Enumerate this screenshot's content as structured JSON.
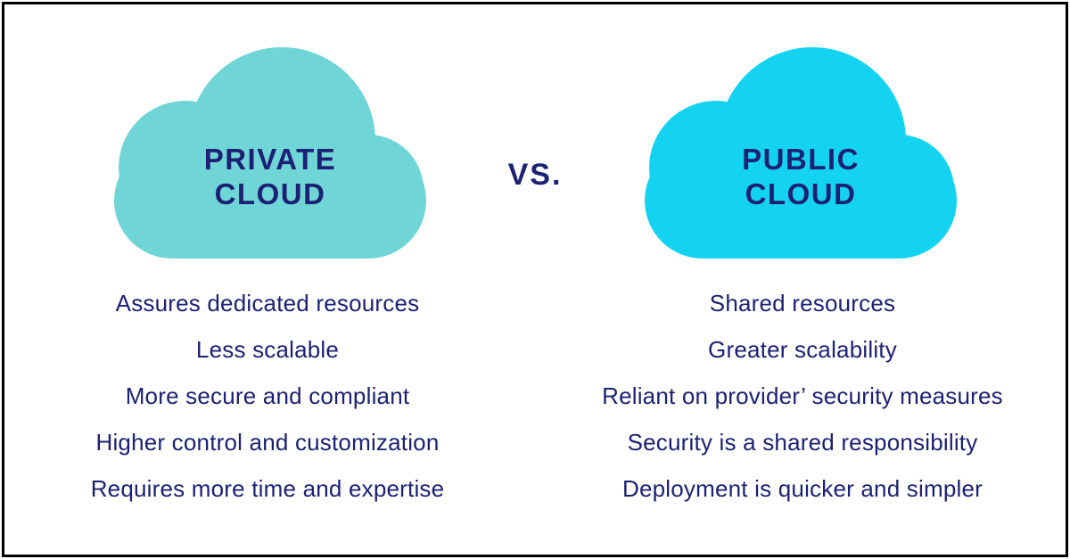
{
  "colors": {
    "private_cloud": "#6fd5d7",
    "public_cloud": "#14d3f0",
    "text": "#1c2173",
    "border": "#000000",
    "background": "#ffffff"
  },
  "vs_label": "VS.",
  "private": {
    "name_line1": "PRIVATE",
    "name_line2": "CLOUD",
    "features": [
      "Assures dedicated resources",
      "Less scalable",
      "More secure and compliant",
      "Higher control and customization",
      "Requires more time and expertise"
    ]
  },
  "public": {
    "name_line1": "PUBLIC",
    "name_line2": "CLOUD",
    "features": [
      "Shared resources",
      "Greater scalability",
      "Reliant on provider’ security measures",
      "Security is a shared responsibility",
      "Deployment is quicker and simpler"
    ]
  }
}
